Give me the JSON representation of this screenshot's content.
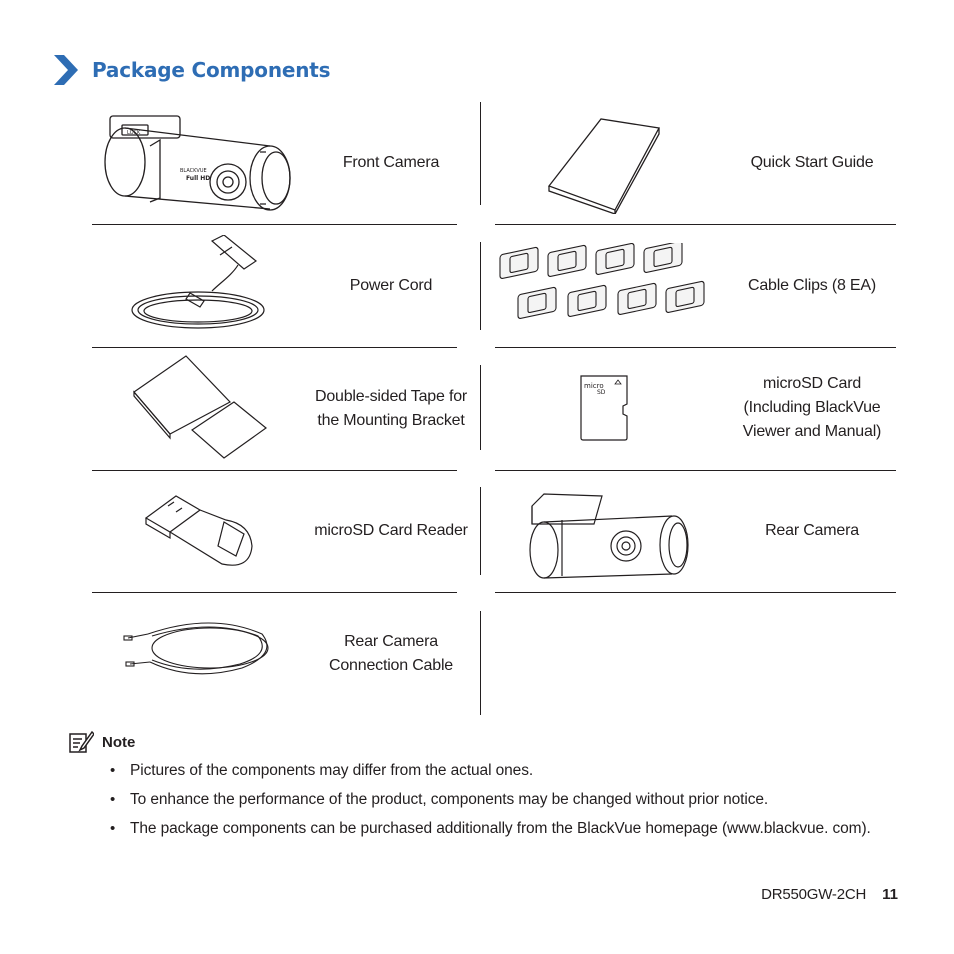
{
  "title": "Package Components",
  "components": [
    {
      "label": "Front Camera"
    },
    {
      "label": "Quick Start Guide"
    },
    {
      "label": "Power Cord"
    },
    {
      "label": "Cable Clips (8 EA)"
    },
    {
      "label_line1": "Double-sided Tape for",
      "label_line2": "the Mounting Bracket"
    },
    {
      "label_line1": "microSD Card",
      "label_line2": "(Including BlackVue",
      "label_line3": "Viewer and Manual)"
    },
    {
      "label": "microSD Card Reader"
    },
    {
      "label": "Rear Camera"
    },
    {
      "label_line1": "Rear Camera",
      "label_line2": "Connection Cable"
    }
  ],
  "note": {
    "title": "Note",
    "items": [
      "Pictures of the components may differ from the actual ones.",
      "To enhance the performance of the product, components may be changed without prior notice.",
      "The package components can be purchased additionally from the BlackVue homepage (www.blackvue. com)."
    ]
  },
  "footer": {
    "model": "DR550GW-2CH",
    "page": "11"
  },
  "colors": {
    "accent": "#2e6db4",
    "text": "#231f20"
  },
  "icons": {
    "section": "chevron-right-icon",
    "note": "note-pencil-icon"
  }
}
